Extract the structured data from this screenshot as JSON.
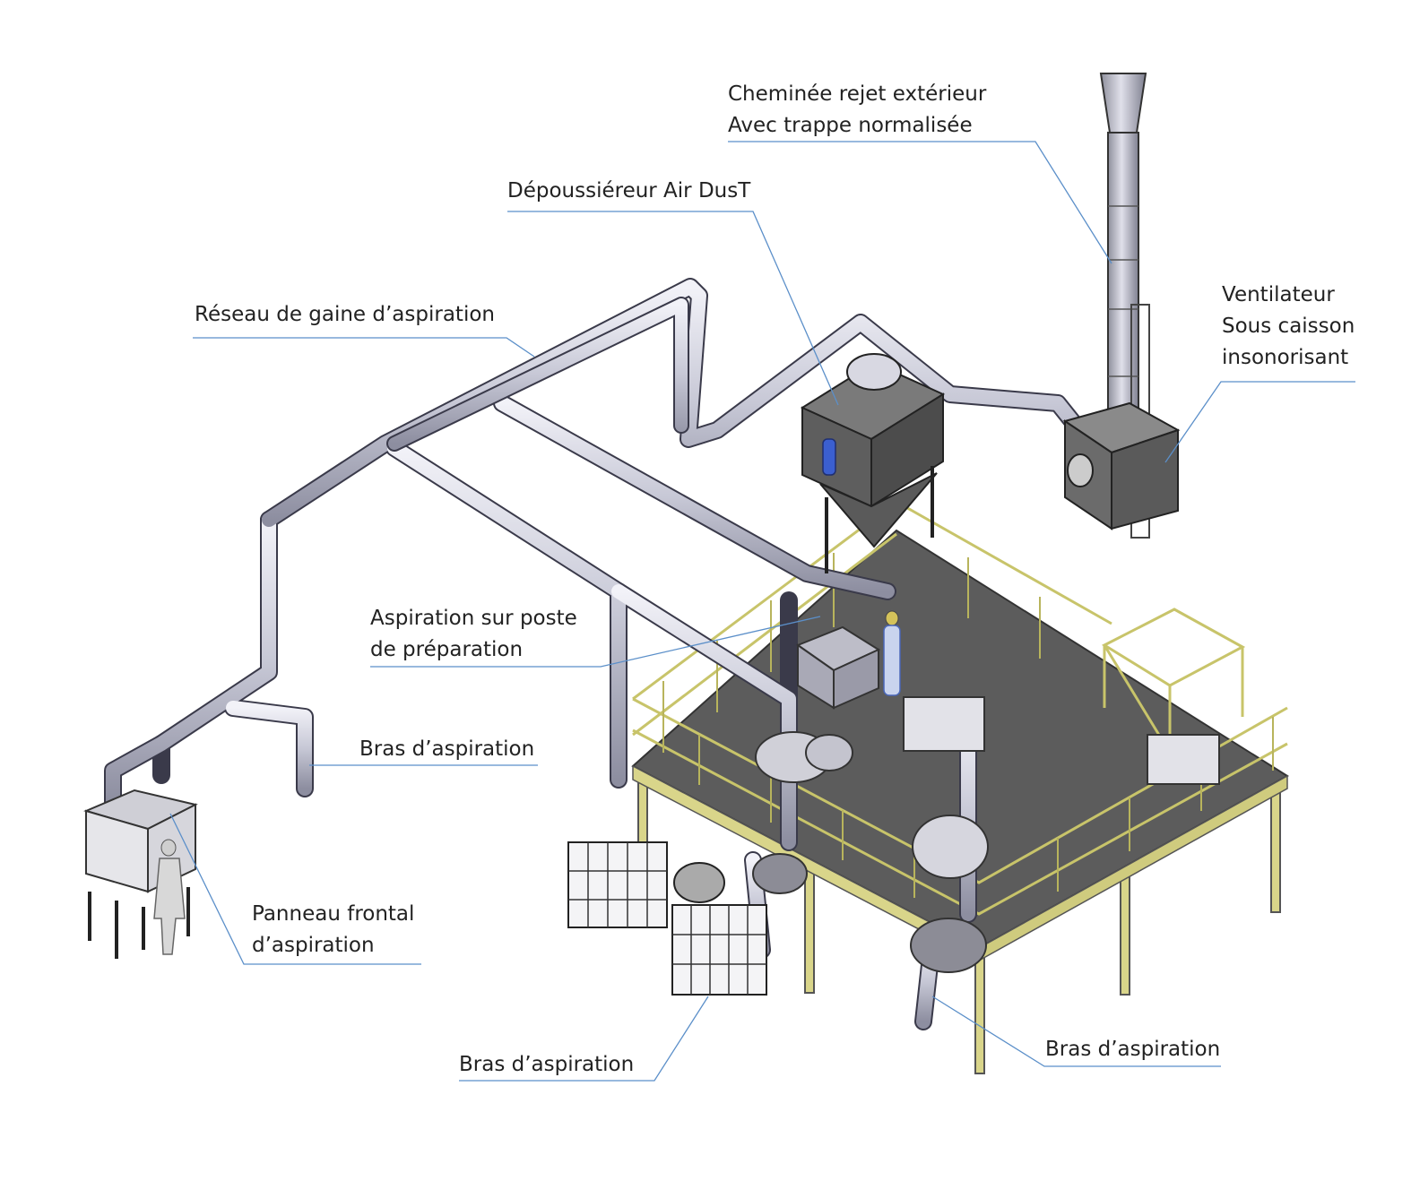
{
  "labels": {
    "chimney": {
      "line1": "Cheminée rejet extérieur",
      "line2": "Avec trappe normalisée"
    },
    "dust_collector": {
      "line1": "Dépoussiéreur Air DusT"
    },
    "duct_network": {
      "line1": "Réseau de gaine d’aspiration"
    },
    "fan": {
      "line1": "Ventilateur",
      "line2": "Sous caisson",
      "line3": "insonorisant"
    },
    "prep_station": {
      "line1": "Aspiration sur poste",
      "line2": "de préparation"
    },
    "arm_left": {
      "line1": "Bras d’aspiration"
    },
    "front_panel": {
      "line1": "Panneau frontal",
      "line2": "d’aspiration"
    },
    "arm_bottom": {
      "line1": "Bras d’aspiration"
    },
    "arm_right": {
      "line1": "Bras d’aspiration"
    }
  },
  "colors": {
    "leader_line": "#5b8fc9",
    "duct": "#c9cad8",
    "duct_edge": "#3a3a4a",
    "platform": "#555555",
    "structure": "#d9d58a",
    "equipment": "#6b6b6b"
  }
}
